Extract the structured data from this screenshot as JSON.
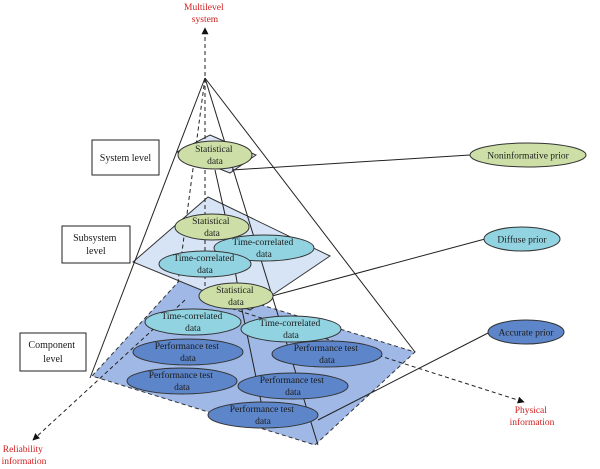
{
  "axes": {
    "vertical": [
      "Multilevel",
      "system"
    ],
    "left": [
      "Reliability",
      "information"
    ],
    "right": [
      "Physical",
      "information"
    ]
  },
  "levels": {
    "system": "System level",
    "subsystem": [
      "Subsystem",
      "level"
    ],
    "component": [
      "Component",
      "level"
    ]
  },
  "data_nodes": {
    "statistical": [
      "Statistical",
      "data"
    ],
    "time_correlated": [
      "Time-correlated",
      "data"
    ],
    "performance_test": [
      "Performance test",
      "data"
    ]
  },
  "priors": {
    "noninformative": "Noninformative prior",
    "diffuse": "Diffuse prior",
    "accurate": "Accurate prior"
  },
  "colors": {
    "axis_text": "#d01e1e",
    "system_plane": "#dde6f4",
    "subsystem_plane": "#d7e4f5",
    "component_plane": "#9fb8e6",
    "statistical_node": "#cddfa6",
    "time_correlated_node": "#92d3e1",
    "performance_test_node": "#5d85c9",
    "noninformative_prior": "#cddfa6",
    "diffuse_prior": "#92d3e1",
    "accurate_prior": "#5d85c9"
  }
}
